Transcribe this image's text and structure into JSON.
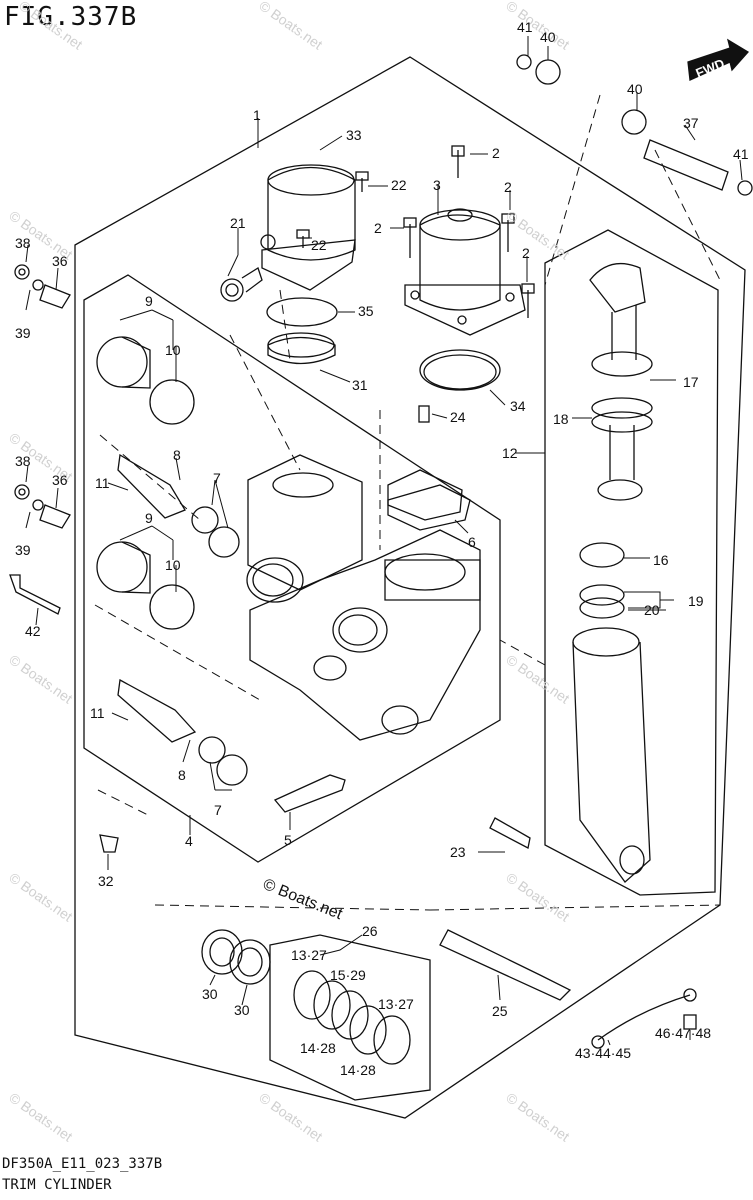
{
  "figure": {
    "title": "FIG.337B",
    "code": "DF350A_E11_023_337B",
    "name": "TRIM CYLINDER",
    "fwd_label": "FWD",
    "watermark": "© Boats.net",
    "center_watermark": "© Boats.net"
  },
  "callouts": [
    {
      "id": "c1",
      "text": "1"
    },
    {
      "id": "c2a",
      "text": "2"
    },
    {
      "id": "c2b",
      "text": "2"
    },
    {
      "id": "c2c",
      "text": "2"
    },
    {
      "id": "c2d",
      "text": "2"
    },
    {
      "id": "c3",
      "text": "3"
    },
    {
      "id": "c4",
      "text": "4"
    },
    {
      "id": "c5",
      "text": "5"
    },
    {
      "id": "c6",
      "text": "6"
    },
    {
      "id": "c7a",
      "text": "7"
    },
    {
      "id": "c7b",
      "text": "7"
    },
    {
      "id": "c8a",
      "text": "8"
    },
    {
      "id": "c8b",
      "text": "8"
    },
    {
      "id": "c9a",
      "text": "9"
    },
    {
      "id": "c9b",
      "text": "9"
    },
    {
      "id": "c10a",
      "text": "10"
    },
    {
      "id": "c10b",
      "text": "10"
    },
    {
      "id": "c11a",
      "text": "11"
    },
    {
      "id": "c11b",
      "text": "11"
    },
    {
      "id": "c12",
      "text": "12"
    },
    {
      "id": "c16",
      "text": "16"
    },
    {
      "id": "c17",
      "text": "17"
    },
    {
      "id": "c18",
      "text": "18"
    },
    {
      "id": "c19",
      "text": "19"
    },
    {
      "id": "c20",
      "text": "20"
    },
    {
      "id": "c21",
      "text": "21"
    },
    {
      "id": "c22a",
      "text": "22"
    },
    {
      "id": "c22b",
      "text": "22"
    },
    {
      "id": "c23",
      "text": "23"
    },
    {
      "id": "c24",
      "text": "24"
    },
    {
      "id": "c25",
      "text": "25"
    },
    {
      "id": "c26",
      "text": "26"
    },
    {
      "id": "c1327a",
      "text": "13·27"
    },
    {
      "id": "c1327b",
      "text": "13·27"
    },
    {
      "id": "c1529",
      "text": "15·29"
    },
    {
      "id": "c1428a",
      "text": "14·28"
    },
    {
      "id": "c1428b",
      "text": "14·28"
    },
    {
      "id": "c30a",
      "text": "30"
    },
    {
      "id": "c30b",
      "text": "30"
    },
    {
      "id": "c31",
      "text": "31"
    },
    {
      "id": "c32",
      "text": "32"
    },
    {
      "id": "c33",
      "text": "33"
    },
    {
      "id": "c34",
      "text": "34"
    },
    {
      "id": "c35",
      "text": "35"
    },
    {
      "id": "c36a",
      "text": "36"
    },
    {
      "id": "c36b",
      "text": "36"
    },
    {
      "id": "c37",
      "text": "37"
    },
    {
      "id": "c38a",
      "text": "38"
    },
    {
      "id": "c38b",
      "text": "38"
    },
    {
      "id": "c39a",
      "text": "39"
    },
    {
      "id": "c39b",
      "text": "39"
    },
    {
      "id": "c40a",
      "text": "40"
    },
    {
      "id": "c40b",
      "text": "40"
    },
    {
      "id": "c41a",
      "text": "41"
    },
    {
      "id": "c41b",
      "text": "41"
    },
    {
      "id": "c42",
      "text": "42"
    },
    {
      "id": "c434445",
      "text": "43·44·45"
    },
    {
      "id": "c464748",
      "text": "46·47·48"
    }
  ]
}
